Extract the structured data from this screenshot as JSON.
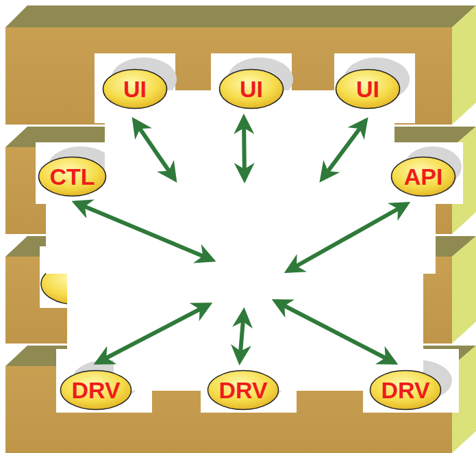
{
  "diagram": {
    "nodes": [
      {
        "text": [
          "UI"
        ]
      },
      {
        "text": [
          "UI"
        ]
      },
      {
        "text": [
          "UI"
        ]
      },
      {
        "text": [
          "CTL"
        ]
      },
      {
        "text": [
          "API"
        ]
      },
      {
        "text": [
          "DRV"
        ]
      },
      {
        "text": [
          "DRV"
        ]
      },
      {
        "text": [
          "DRV"
        ]
      }
    ]
  }
}
